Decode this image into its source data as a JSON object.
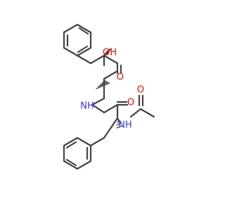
{
  "colors": {
    "bond": "#444444",
    "carbon": "#444444",
    "oxygen": "#ff0000",
    "nitrogen": "#3333ff"
  },
  "labels": {
    "carboxyl_oh": "OH",
    "upper_carbonyl_o": "O",
    "amide_nh": "NH",
    "amide_carbonyl_o": "O",
    "acetamide_nh": "NH",
    "acetyl_o": "O"
  }
}
